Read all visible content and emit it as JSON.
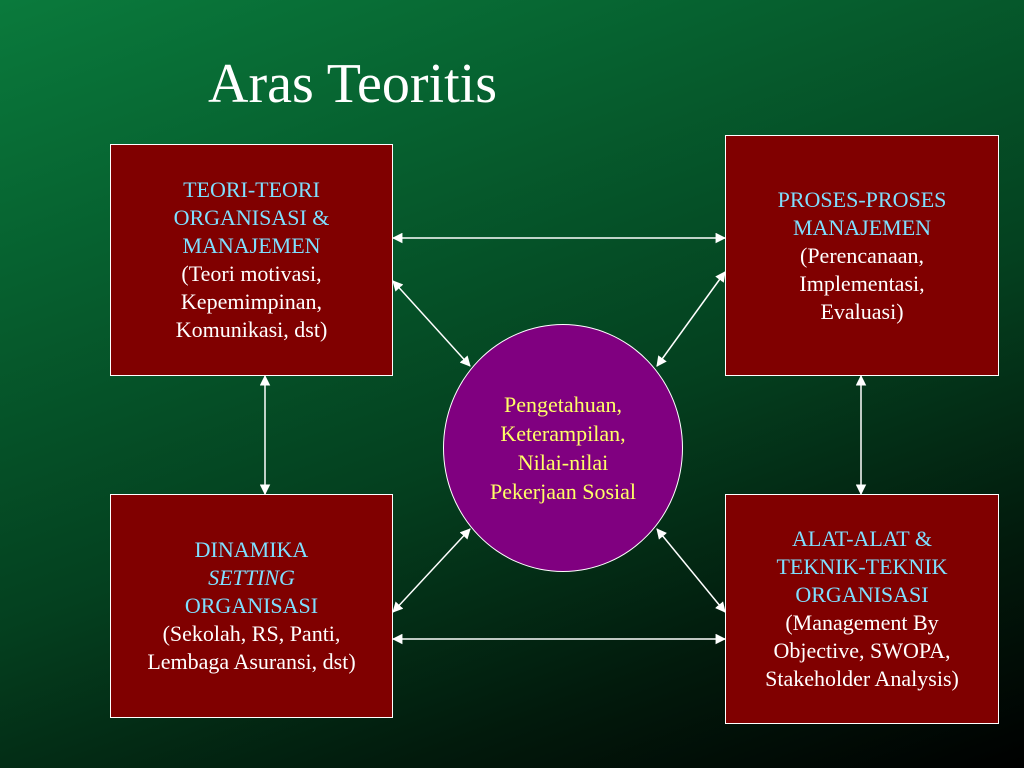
{
  "title": "Aras Teoritis",
  "colors": {
    "box_fill": "#800000",
    "circle_fill": "#800080",
    "heading_text": "#7fdfff",
    "body_text": "#ffffff",
    "circle_text": "#ffff66",
    "connector": "#ffffff"
  },
  "boxes": {
    "top_left": {
      "heading": [
        "TEORI-TEORI",
        "ORGANISASI &",
        "MANAJEMEN"
      ],
      "body": [
        "(Teori motivasi,",
        "Kepemimpinan,",
        "Komunikasi, dst)"
      ]
    },
    "top_right": {
      "heading": [
        "PROSES-PROSES",
        "MANAJEMEN"
      ],
      "body": [
        "(Perencanaan,",
        "Implementasi,",
        "Evaluasi)"
      ]
    },
    "bottom_left": {
      "heading": [
        "DINAMIKA",
        "SETTING",
        "ORGANISASI"
      ],
      "body": [
        "(Sekolah, RS, Panti,",
        "Lembaga Asuransi, dst)"
      ]
    },
    "bottom_right": {
      "heading": [
        "ALAT-ALAT &",
        "TEKNIK-TEKNIK",
        "ORGANISASI"
      ],
      "body": [
        "(Management By",
        "Objective, SWOPA,",
        "Stakeholder Analysis)"
      ]
    }
  },
  "center": {
    "lines": [
      "Pengetahuan,",
      "Keterampilan,",
      "Nilai-nilai",
      "Pekerjaan Sosial"
    ]
  }
}
